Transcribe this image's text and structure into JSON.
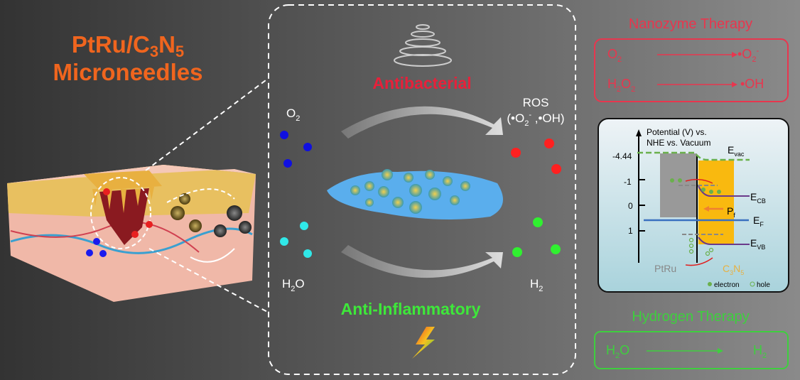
{
  "title": {
    "line1_a": "PtRu/C",
    "line1_sub1": "3",
    "line1_b": "N",
    "line1_sub2": "5",
    "line2": "Microneedles"
  },
  "center": {
    "antibacterial": "Antibacterial",
    "anti_inflammatory": "Anti-Inflammatory",
    "o2": {
      "main": "O",
      "sub": "2"
    },
    "h2o": {
      "a": "H",
      "sub": "2",
      "b": "O"
    },
    "ros": {
      "line1": "ROS",
      "l2a": "(•O",
      "l2sub": "2",
      "l2sup": "-",
      "l2b": " ,•OH)"
    },
    "h2": {
      "main": "H",
      "sub": "2"
    }
  },
  "nanozyme": {
    "title": "Nanozyme Therapy",
    "r1_left": {
      "main": "O",
      "sub": "2"
    },
    "r1_right": {
      "main": "•O",
      "sub": "2",
      "sup": "-"
    },
    "r2_left": {
      "a": "H",
      "sub1": "2",
      "b": "O",
      "sub2": "2"
    },
    "r2_right": "•OH"
  },
  "band": {
    "axis_title1": "Potential (V) vs.",
    "axis_title2": "NHE vs. Vacuum",
    "ticks": [
      "-4.44",
      "-1",
      "0",
      "1"
    ],
    "e_vac": {
      "main": "E",
      "sub": "vac"
    },
    "e_cb": {
      "main": "E",
      "sub": "CB"
    },
    "e_f": {
      "main": "E",
      "sub": "F"
    },
    "e_vb": {
      "main": "E",
      "sub": "VB"
    },
    "p_f": {
      "main": "P",
      "sub": "f"
    },
    "ptru": "PtRu",
    "c3n5": {
      "a": "C",
      "sub1": "3",
      "b": "N",
      "sub2": "5"
    },
    "legend_electron": "electron",
    "legend_hole": "hole"
  },
  "hydrogen": {
    "title": "Hydrogen Therapy",
    "left": {
      "a": "H",
      "sub": "2",
      "b": "O"
    },
    "right": {
      "main": "H",
      "sub": "2"
    }
  },
  "colors": {
    "orange": "#f0651e",
    "red": "#e8203a",
    "green": "#3ee83a",
    "panel_red": "#e8364e",
    "panel_green": "#3ecf3e"
  }
}
